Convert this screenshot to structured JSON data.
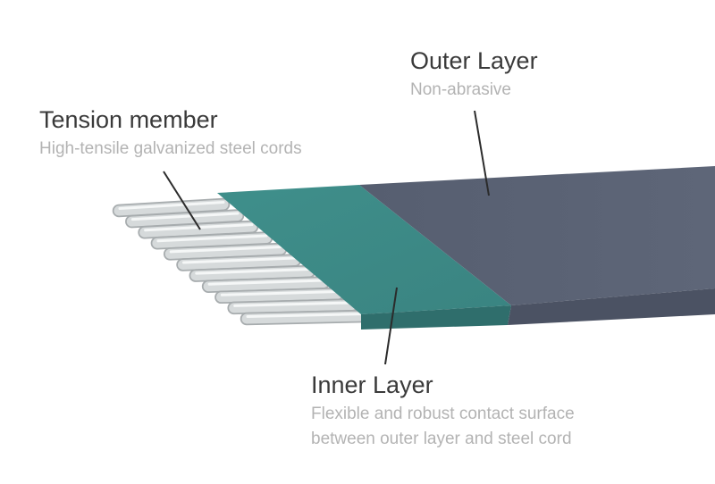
{
  "callouts": {
    "tension_member": {
      "title": "Tension member",
      "subtitle": "High-tensile galvanized steel cords"
    },
    "outer_layer": {
      "title": "Outer Layer",
      "subtitle": "Non-abrasive"
    },
    "inner_layer": {
      "title": "Inner Layer",
      "subtitle_line1": "Flexible and robust contact surface",
      "subtitle_line2": "between outer layer and steel cord"
    }
  },
  "colors": {
    "outer_layer_top": "#596173",
    "outer_layer_side": "#4b5263",
    "inner_layer_top": "#3d8a87",
    "inner_layer_side": "#2f6e6c",
    "steel_cord": "#d6dadb",
    "leader_line": "#2b2b2b",
    "title_text": "#3a3a3a",
    "subtitle_text": "#b3b3b3"
  }
}
